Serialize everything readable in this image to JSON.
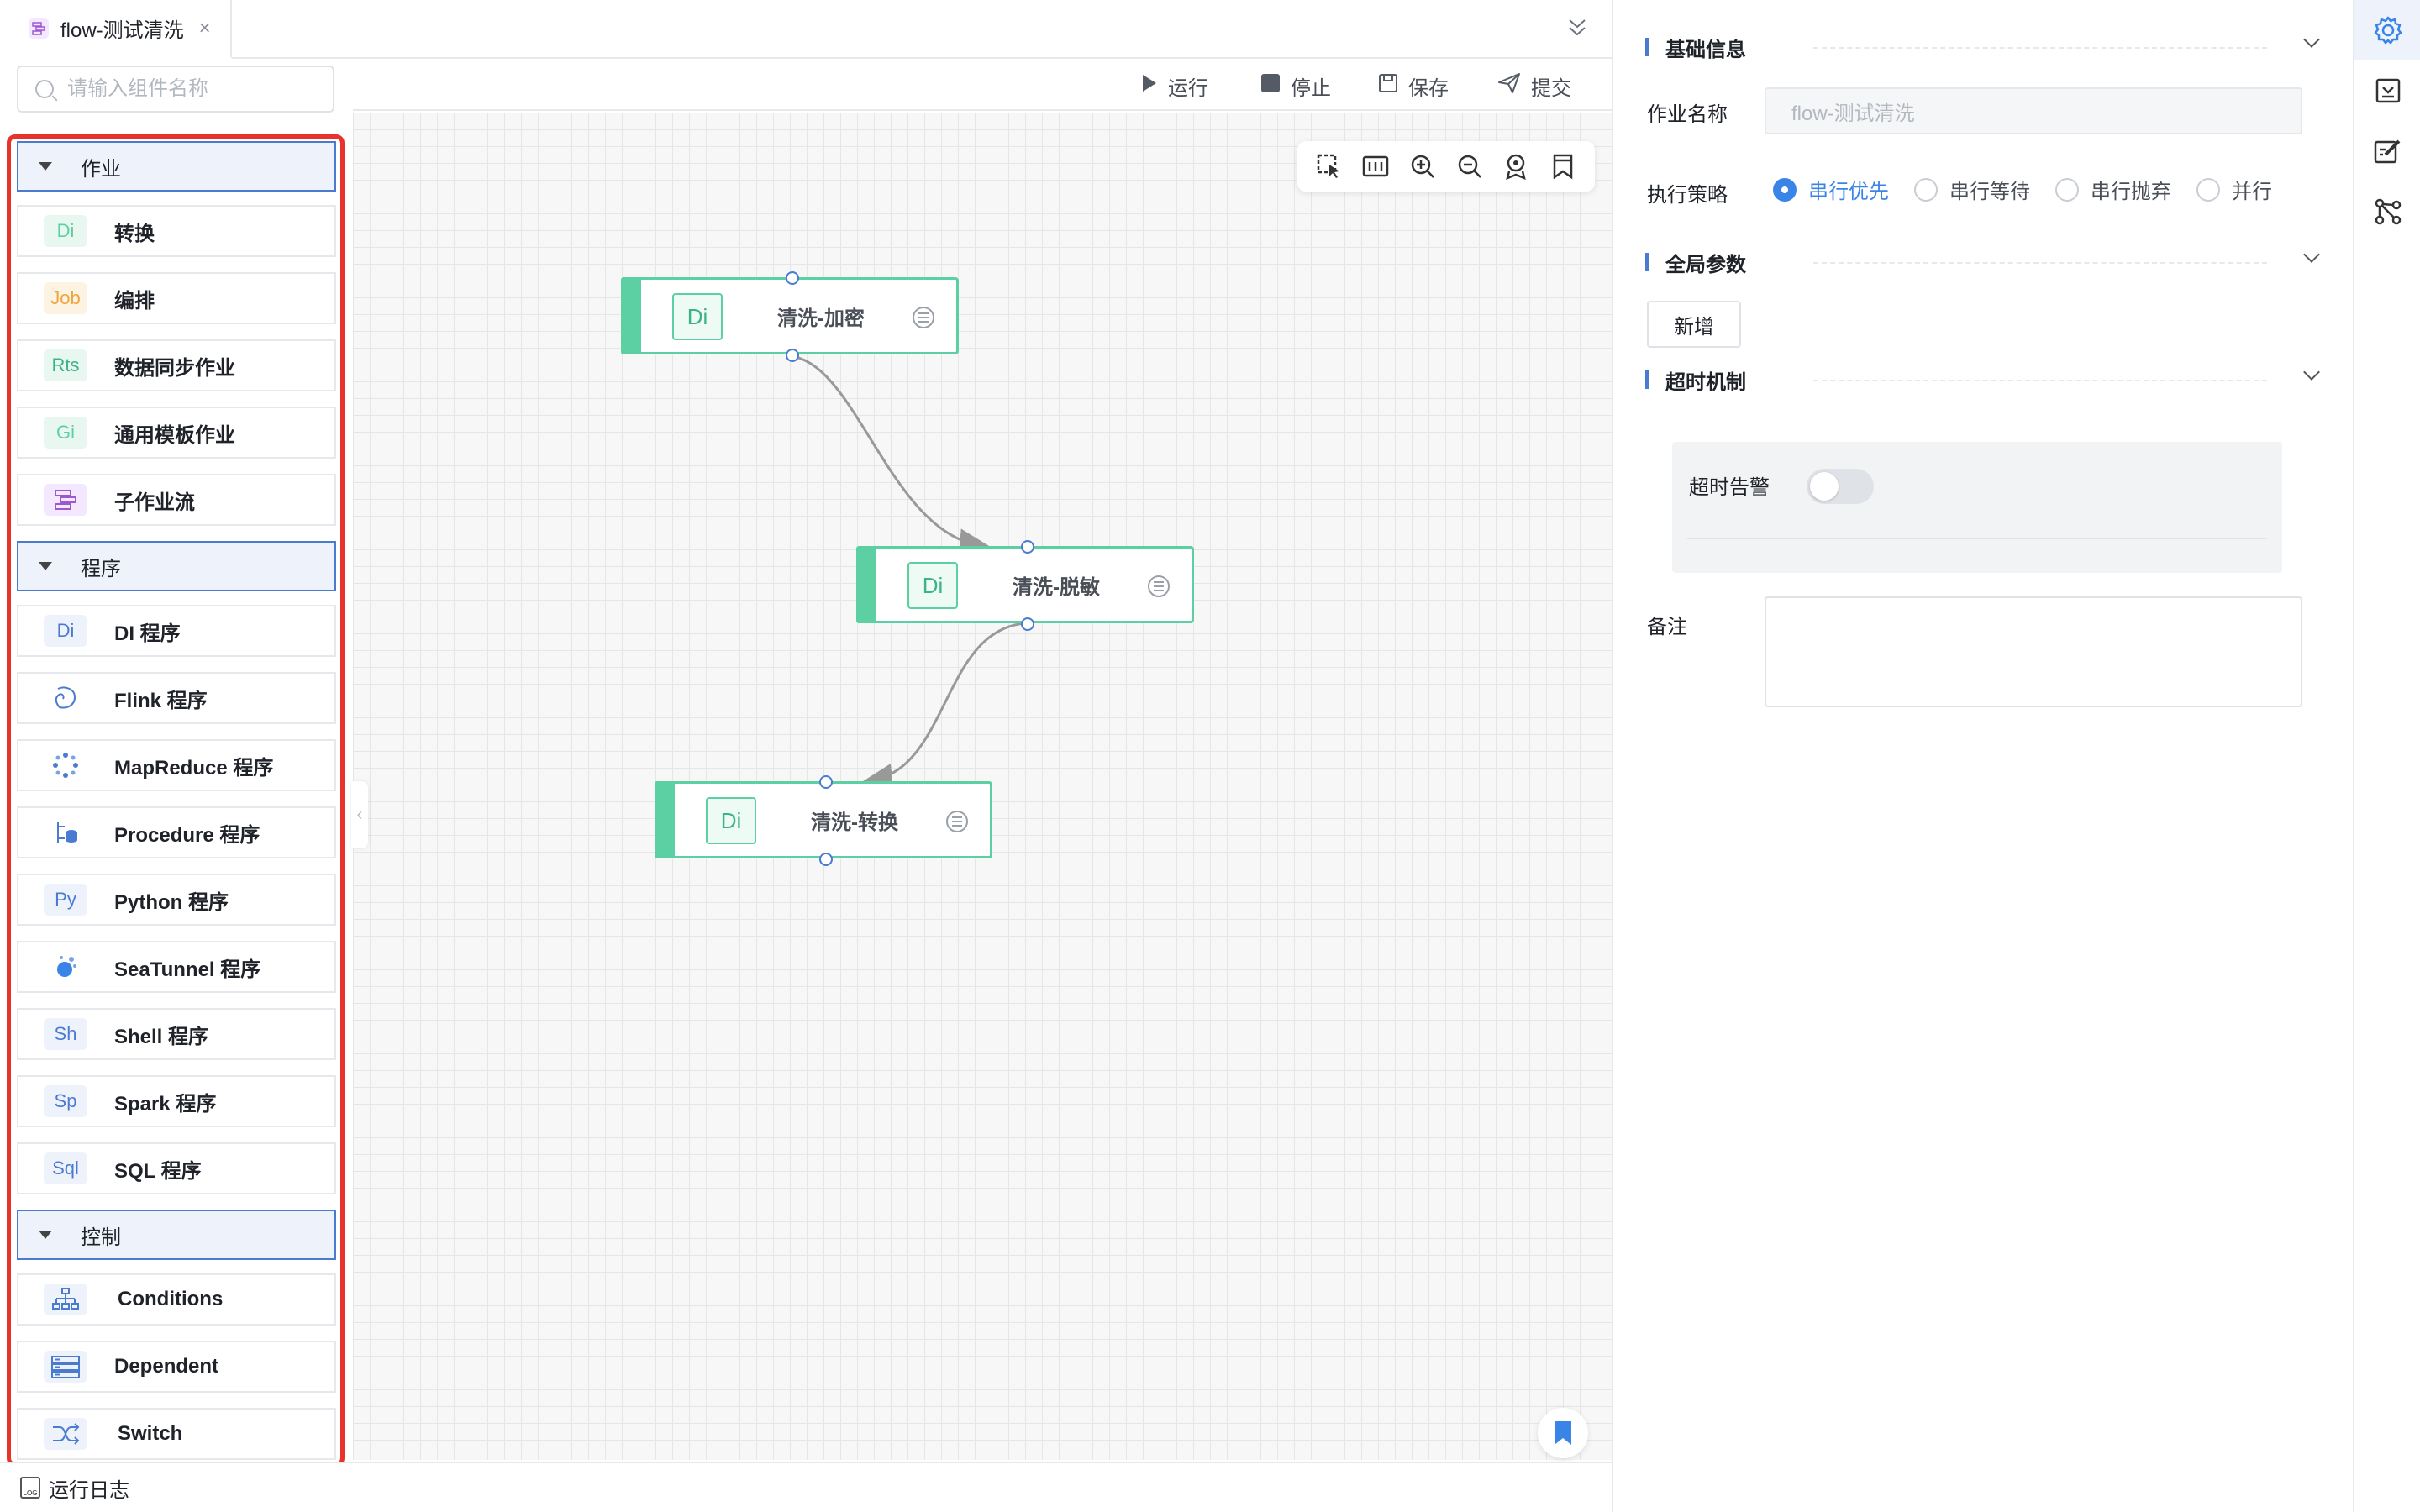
{
  "tab": {
    "title": "flow-测试清洗",
    "close": "×"
  },
  "search": {
    "placeholder": "请输入组件名称"
  },
  "toolbar": {
    "run": "运行",
    "stop": "停止",
    "save": "保存",
    "submit": "提交"
  },
  "groups": [
    {
      "label": "作业",
      "items": [
        {
          "badge": "Di",
          "label": "转换"
        },
        {
          "badge": "Job",
          "label": "编排"
        },
        {
          "badge": "Rts",
          "label": "数据同步作业"
        },
        {
          "badge": "Gi",
          "label": "通用模板作业"
        },
        {
          "badge": "",
          "icon": "subflow-icon",
          "label": "子作业流"
        }
      ]
    },
    {
      "label": "程序",
      "items": [
        {
          "badge": "Di",
          "label": "DI 程序"
        },
        {
          "badge": "",
          "icon": "flink-icon",
          "label": "Flink 程序"
        },
        {
          "badge": "",
          "icon": "mapreduce-icon",
          "label": "MapReduce 程序"
        },
        {
          "badge": "",
          "icon": "procedure-icon",
          "label": "Procedure 程序"
        },
        {
          "badge": "Py",
          "label": "Python 程序"
        },
        {
          "badge": "",
          "icon": "seatunnel-icon",
          "label": "SeaTunnel 程序"
        },
        {
          "badge": "Sh",
          "label": "Shell 程序"
        },
        {
          "badge": "Sp",
          "label": "Spark 程序"
        },
        {
          "badge": "Sql",
          "label": "SQL 程序"
        }
      ]
    },
    {
      "label": "控制",
      "items": [
        {
          "badge": "",
          "icon": "conditions-icon",
          "label": "Conditions"
        },
        {
          "badge": "",
          "icon": "dependent-icon",
          "label": "Dependent"
        },
        {
          "badge": "",
          "icon": "switch-icon",
          "label": "Switch"
        }
      ]
    }
  ],
  "nodes": [
    {
      "badge": "Di",
      "label": "清洗-加密"
    },
    {
      "badge": "Di",
      "label": "清洗-脱敏"
    },
    {
      "badge": "Di",
      "label": "清洗-转换"
    }
  ],
  "bottom": {
    "log_label": "运行日志",
    "log_icon_text": "LOG"
  },
  "panel": {
    "basic_title": "基础信息",
    "name_label": "作业名称",
    "name_value": "flow-测试清洗",
    "strategy_label": "执行策略",
    "strategies": [
      "串行优先",
      "串行等待",
      "串行抛弃",
      "并行"
    ],
    "strategy_selected": "串行优先",
    "global_title": "全局参数",
    "add_button": "新增",
    "timeout_title": "超时机制",
    "timeout_alert_label": "超时告警",
    "timeout_alert_on": false,
    "remark_label": "备注",
    "remark_value": ""
  },
  "colors": {
    "accent": "#3a84e8",
    "node": "#5ccfa3",
    "highlight_box": "#e8332d"
  }
}
